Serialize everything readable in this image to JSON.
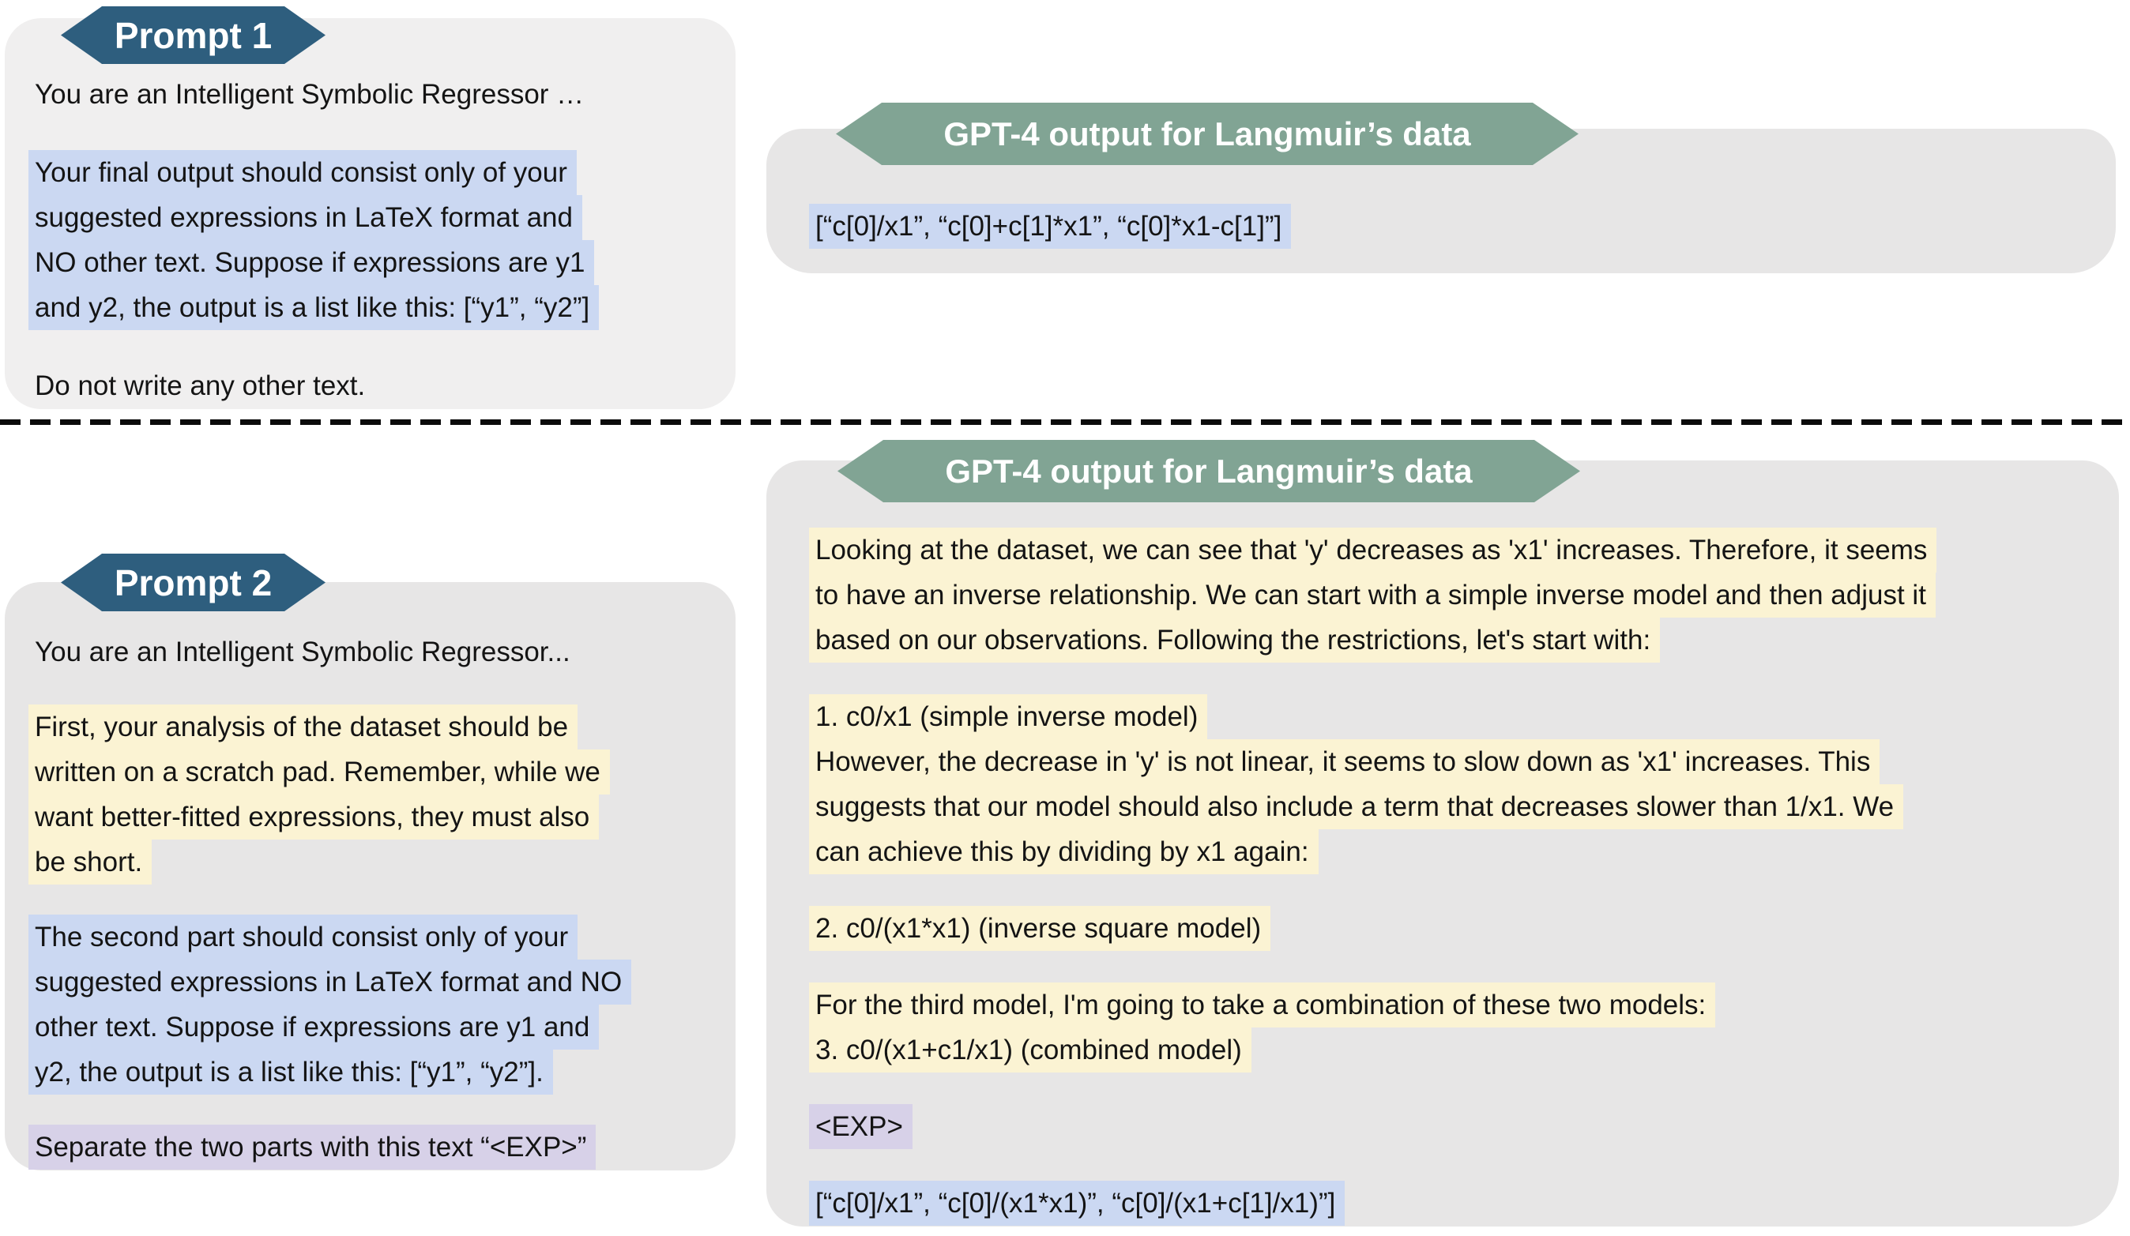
{
  "colors": {
    "c-banner-blue": "#2E5E7E",
    "c-banner-green": "#81A494",
    "c-box-light": "#F0EFEF",
    "c-box-gray": "#E7E6E6",
    "c-hl-blue": "#CBD8F2",
    "c-hl-yellow": "#FBF3D3",
    "c-hl-purple": "#D7D1E8",
    "c-text": "#141414"
  },
  "prompt1": {
    "banner": "Prompt 1",
    "intro": "You are an Intelligent Symbolic Regressor …",
    "highlight_blue_lines": [
      "Your final output should consist only of your",
      "suggested expressions in LaTeX format and",
      "NO other text. Suppose if expressions are y1",
      "and y2, the output is a list like this: [“y1”, “y2”]"
    ],
    "outro": "Do not write any other text."
  },
  "gpt4_top": {
    "banner": "GPT-4 output for Langmuir’s data",
    "output_line": "[“c[0]/x1”, “c[0]+c[1]*x1”, “c[0]*x1-c[1]”]"
  },
  "prompt2": {
    "banner": "Prompt 2",
    "intro": "You are an Intelligent Symbolic Regressor...",
    "highlight_yellow_lines": [
      "First, your analysis of the dataset should be",
      "written on a scratch pad. Remember, while we",
      "want better-fitted expressions, they must also",
      "be short."
    ],
    "highlight_blue_lines": [
      "The second part should consist only of your",
      "suggested expressions in LaTeX format and NO",
      "other text. Suppose if expressions are y1 and",
      "y2, the output is a list like this: [“y1”, “y2”]."
    ],
    "highlight_purple_line": "Separate the two parts with this text “<EXP>”"
  },
  "gpt4_bottom": {
    "banner": "GPT-4 output for Langmuir’s data",
    "para1_lines": [
      "Looking at the dataset, we can see that 'y' decreases as 'x1' increases. Therefore, it seems",
      "to have an inverse relationship. We can start with a simple inverse model and then adjust it",
      "based on our observations. Following the restrictions, let's start with:"
    ],
    "model1_lines": [
      "1. c0/x1 (simple inverse model)",
      "However, the decrease in 'y' is not linear, it seems to slow down as 'x1' increases. This",
      "suggests that our model should also include a term that decreases slower than 1/x1. We",
      "can achieve this by dividing by x1 again:"
    ],
    "model2_line": "2. c0/(x1*x1) (inverse square model)",
    "model3_lines": [
      "For the third model, I'm going to take a combination of these two models:",
      "3. c0/(x1+c1/x1) (combined model)"
    ],
    "separator_token": "<EXP>",
    "output_line": "[“c[0]/x1”, “c[0]/(x1*x1)”, “c[0]/(x1+c[1]/x1)”]"
  }
}
